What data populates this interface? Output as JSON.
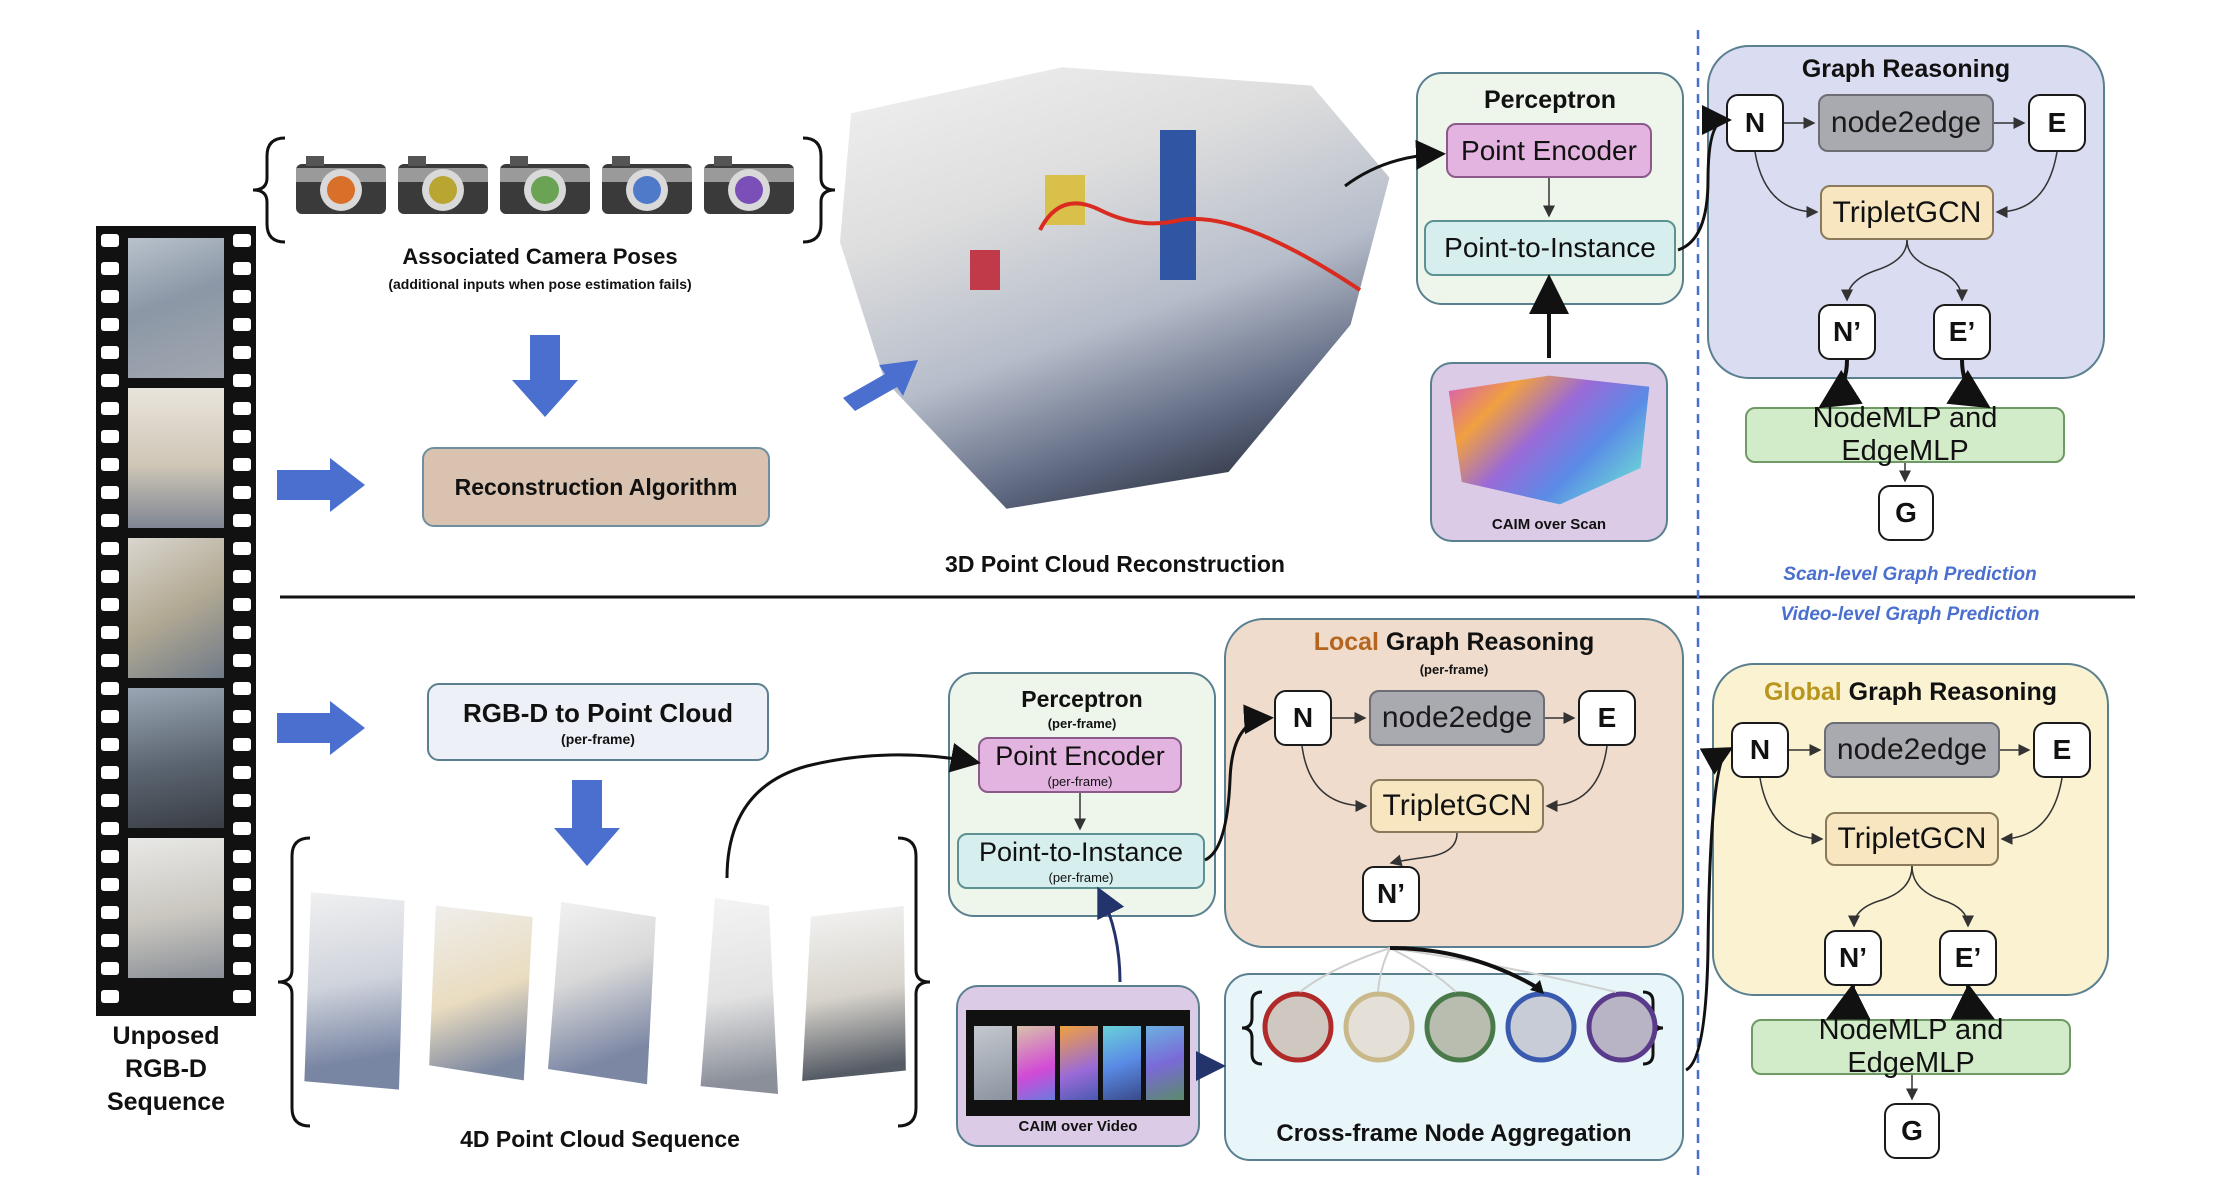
{
  "film": {
    "caption_lines": [
      "Unposed",
      "RGB-D",
      "Sequence"
    ]
  },
  "camera": {
    "title": "Associated Camera Poses",
    "subtitle": "(additional inputs when pose estimation fails)",
    "lens_colors": [
      "#d9702a",
      "#b9a531",
      "#6aa354",
      "#4f79c9",
      "#7b4fb8"
    ]
  },
  "recon": {
    "label": "Reconstruction Algorithm"
  },
  "pc3d": {
    "caption": "3D Point Cloud Reconstruction"
  },
  "scan": {
    "perceptron_title": "Perceptron",
    "point_encoder": "Point Encoder",
    "point_to_instance": "Point-to-Instance",
    "caim": "CAIM over Scan",
    "graph_title": "Graph Reasoning",
    "node_n": "N",
    "node2edge": "node2edge",
    "node_e": "E",
    "tripletgcn": "TripletGCN",
    "node_np": "N’",
    "node_ep": "E’",
    "mlp": "NodeMLP and EdgeMLP",
    "node_g": "G",
    "level_label": "Scan-level Graph Prediction"
  },
  "video": {
    "level_label": "Video-level Graph Prediction",
    "rgbd_title": "RGB-D to Point Cloud",
    "rgbd_sub": "(per-frame)",
    "seq_caption": "4D Point Cloud Sequence",
    "perceptron_title": "Perceptron",
    "perceptron_sub": "(per-frame)",
    "point_encoder": "Point Encoder",
    "point_encoder_sub": "(per-frame)",
    "point_to_instance": "Point-to-Instance",
    "point_to_instance_sub": "(per-frame)",
    "caim": "CAIM over Video",
    "local_word": "Local",
    "local_rest": " Graph Reasoning",
    "local_sub": "(per-frame)",
    "local_n": "N",
    "local_n2e": "node2edge",
    "local_e": "E",
    "local_tgcn": "TripletGCN",
    "local_np": "N’",
    "cross_frame": "Cross-frame Node Aggregation",
    "global_word": "Global",
    "global_rest": " Graph Reasoning",
    "global_n": "N",
    "global_n2e": "node2edge",
    "global_e": "E",
    "global_tgcn": "TripletGCN",
    "global_np": "N’",
    "global_ep": "E’",
    "global_mlp": "NodeMLP and EdgeMLP",
    "global_g": "G"
  },
  "colors": {
    "arrow_blue": "#4a6fcf",
    "local_accent": "#b5651d",
    "global_accent": "#b8961e",
    "graph_panel": "#dadcf2",
    "local_panel": "#efdccd",
    "global_panel": "#fbf2d2",
    "caim_panel": "#dccbe6",
    "perceptron_panel": "#eef6ec",
    "cross_panel": "#e9f6f9"
  }
}
